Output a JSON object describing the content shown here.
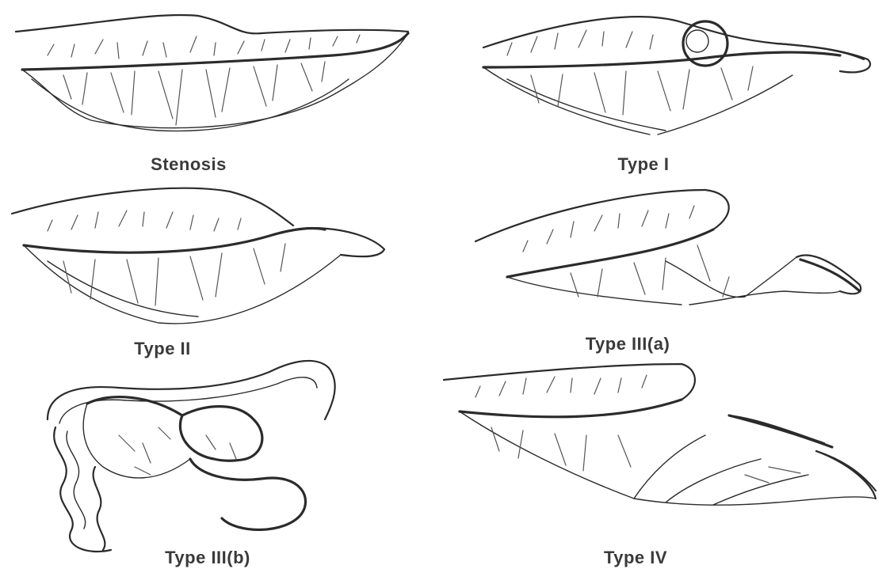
{
  "figure": {
    "panels": [
      {
        "id": "stenosis",
        "label": "Stenosis",
        "icon": "intestine-stenosis-drawing"
      },
      {
        "id": "type1",
        "label": "Type I",
        "icon": "intestine-type-i-drawing"
      },
      {
        "id": "type2",
        "label": "Type II",
        "icon": "intestine-type-ii-drawing"
      },
      {
        "id": "type3a",
        "label": "Type III(a)",
        "icon": "intestine-type-iiia-drawing"
      },
      {
        "id": "type3b",
        "label": "Type III(b)",
        "icon": "intestine-type-iiib-drawing"
      },
      {
        "id": "type4",
        "label": "Type IV",
        "icon": "intestine-type-iv-drawing"
      }
    ],
    "ink_color": "#2b2b2b",
    "background": "#ffffff"
  }
}
